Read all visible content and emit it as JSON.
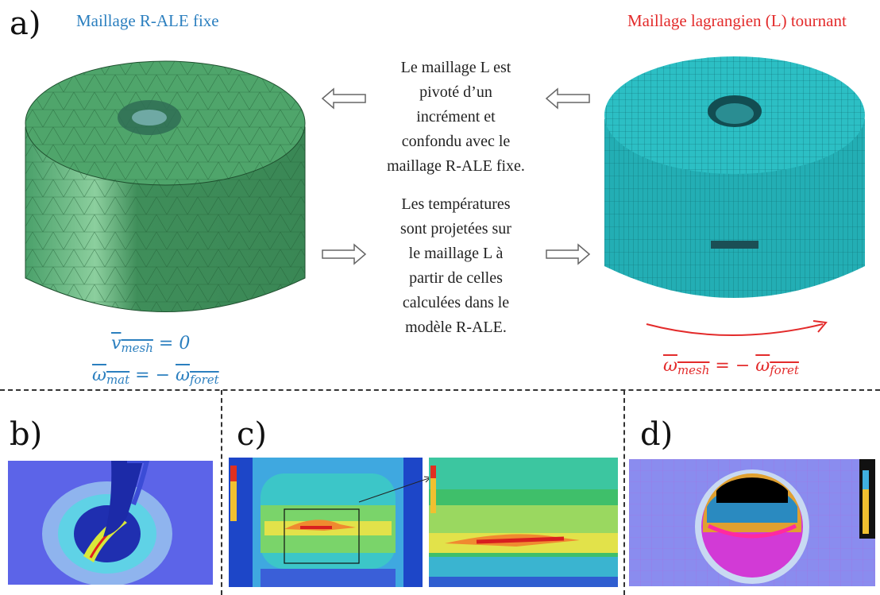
{
  "panels": {
    "a": {
      "letter": "a)"
    },
    "b": {
      "letter": "b)"
    },
    "c": {
      "letter": "c)"
    },
    "d": {
      "letter": "d)"
    }
  },
  "left_mesh": {
    "title": "Maillage R-ALE fixe",
    "eq1": {
      "lhs": "v",
      "lhs_sub": "mesh",
      "rhs": "= 0"
    },
    "eq2": {
      "lhs": "ω",
      "lhs_sub": "mat",
      "mid": "= −",
      "rhs": "ω",
      "rhs_sub": "foret"
    }
  },
  "right_mesh": {
    "title": "Maillage lagrangien (L) tournant",
    "eq": {
      "lhs": "ω",
      "lhs_sub": "mesh",
      "mid": "= −",
      "rhs": "ω",
      "rhs_sub": "foret"
    }
  },
  "center": {
    "top_lines": [
      "Le maillage L est",
      "pivoté d’un",
      "incrément et",
      "confondu avec le",
      "maillage R-ALE fixe."
    ],
    "bottom_lines": [
      "Les températures",
      "sont projetées sur",
      "le maillage L à",
      "partir de celles",
      "calculées dans le",
      "modèle R-ALE."
    ]
  },
  "colors": {
    "left_mesh": "#3e9a5e",
    "right_mesh": "#27b3b8",
    "blue_text": "#2b7fbf",
    "red_text": "#e32b2b"
  }
}
